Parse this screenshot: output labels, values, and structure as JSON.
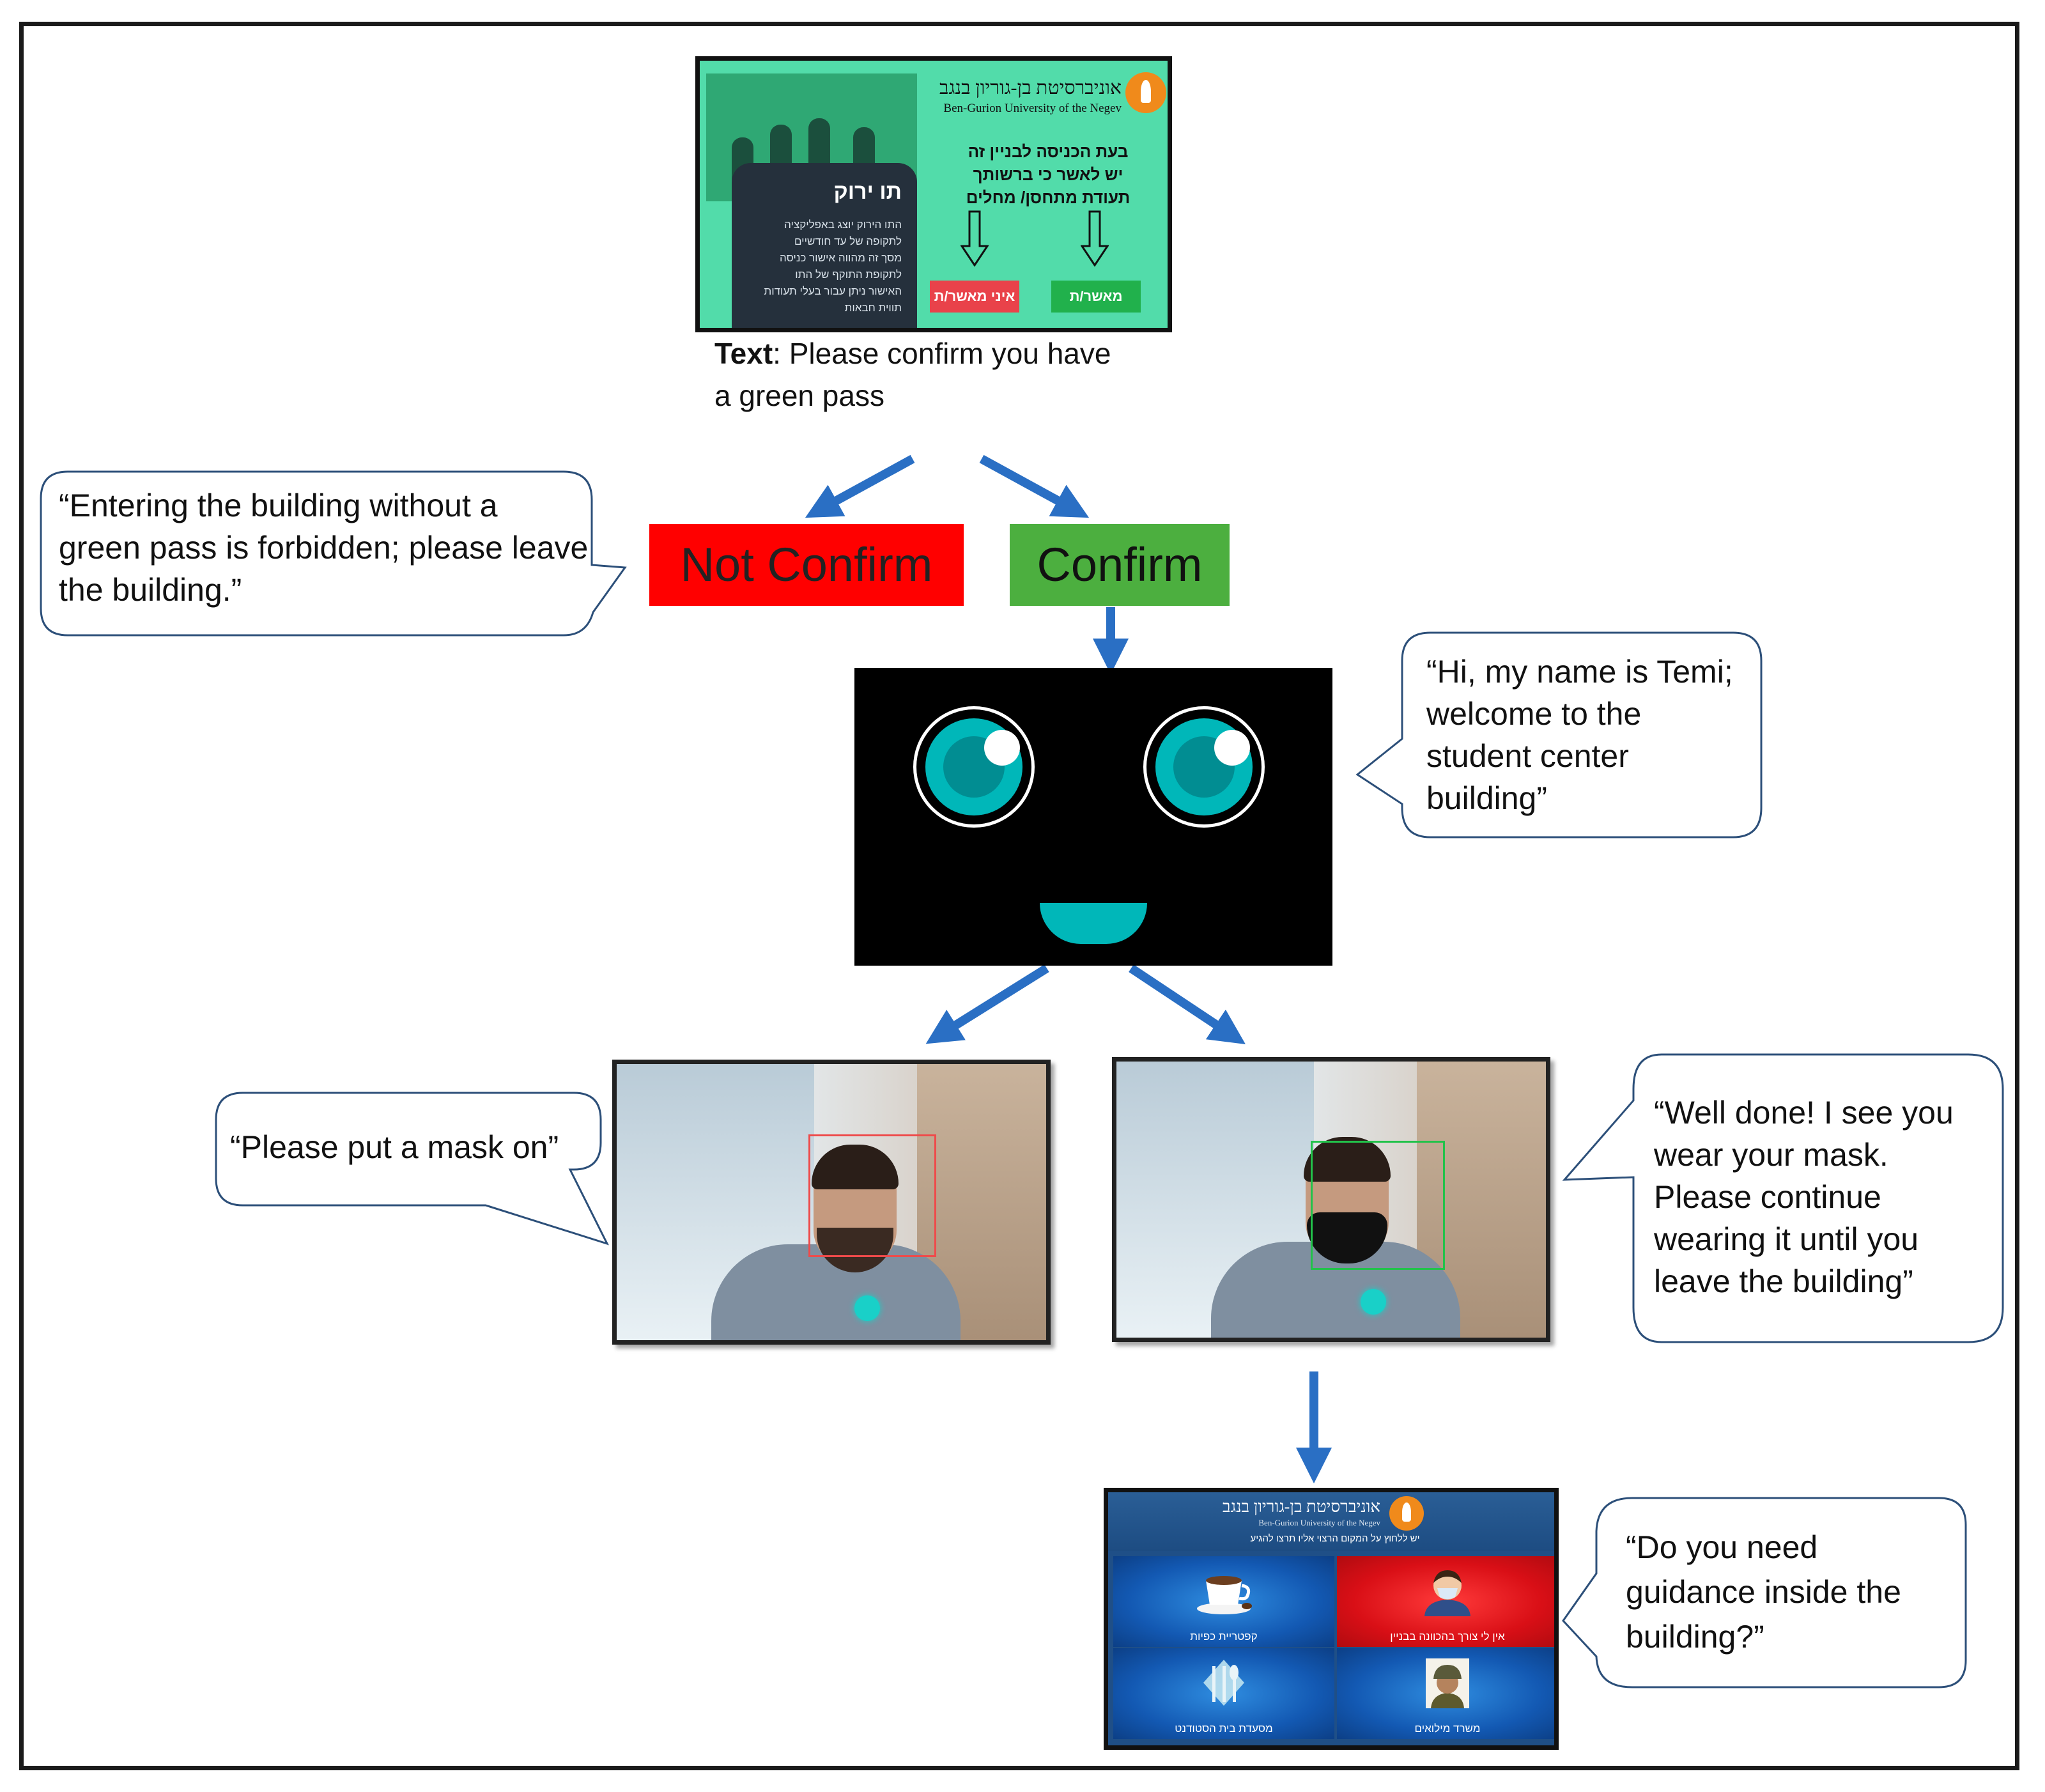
{
  "green_pass_screen": {
    "university_he": "אוניברסיטת בן-גוריון בנגב",
    "university_en": "Ben-Gurion University of the Negev",
    "instruction_he_lines": [
      "בעת הכניסה לבניין זה",
      "יש לאשר כי ברשותך",
      "תעודת מתחסן/ מחלים"
    ],
    "panel_title_he": "תו ירוק",
    "panel_text_he": [
      "התו הירוק יוצג באפליקציה",
      "לתקופה של עד חודשיים",
      "מסך זה מהווה אישור כניסה",
      "לתקופת התוקף של התו",
      "האישור ניתן עבור בעלי תעודות",
      "תווית חבאות"
    ],
    "btn_not_confirm_he": "איני מאשר/ת",
    "btn_confirm_he": "מאשר/ת"
  },
  "caption": {
    "label": "Text",
    "text_line1": ": Please confirm you have",
    "text_line2": "a green pass"
  },
  "decisions": {
    "not_confirm": "Not Confirm",
    "confirm": "Confirm"
  },
  "bubbles": {
    "forbidden": [
      "“Entering the building without a",
      "green pass is forbidden; please leave",
      "the building.”"
    ],
    "welcome": [
      "“Hi, my name is Temi;",
      "welcome to the",
      "student center",
      "building”"
    ],
    "mask_on": [
      "“Please put a mask on”"
    ],
    "well_done": [
      "“Well done! I see you",
      "wear your mask.",
      "Please continue",
      "wearing it until you",
      "leave the building”"
    ],
    "guidance": [
      "“Do you need",
      "guidance inside the",
      "building?”"
    ]
  },
  "menu_screen": {
    "university_he": "אוניברסיטת בן-גוריון בנגב",
    "university_en": "Ben-Gurion University of the Negev",
    "instruction_he": "יש ללחוץ על המקום הרצוי אליו תרצו להגיע",
    "tiles": [
      {
        "label": "קפטריית כפיות"
      },
      {
        "label": "אין לי צורך בהכוונה בבניין"
      },
      {
        "label": "מסעדת בית הסטודנט"
      },
      {
        "label": "משרד מילואים"
      }
    ]
  },
  "colors": {
    "arrow": "#2a6fc4",
    "not_confirm_bg": "#ff0000",
    "confirm_bg": "#4caf3f",
    "robot_accent": "#00b7b9",
    "bubble_border": "#2c4f79"
  }
}
